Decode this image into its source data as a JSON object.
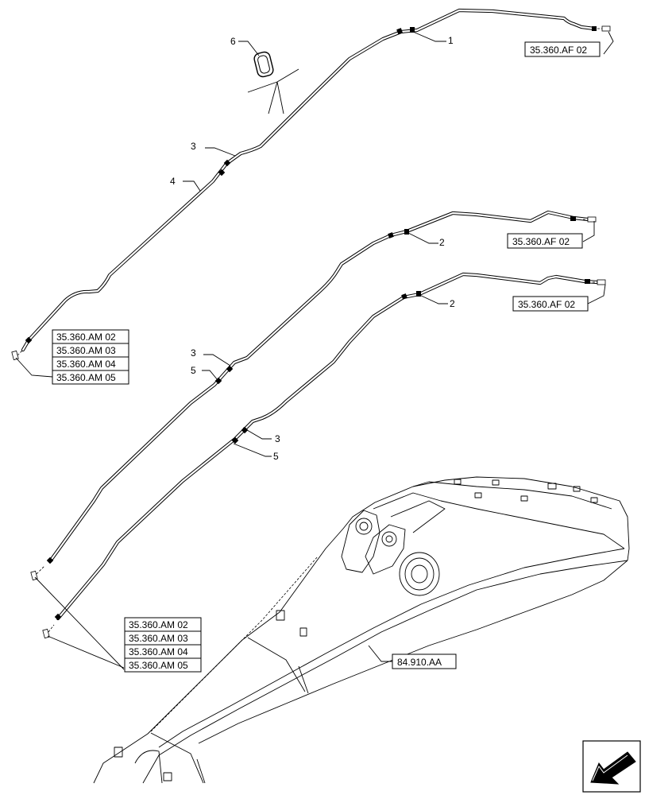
{
  "callouts": {
    "c1": "1",
    "c2a": "2",
    "c2b": "2",
    "c3a": "3",
    "c3b": "3",
    "c3c": "3",
    "c4": "4",
    "c5a": "5",
    "c5b": "5",
    "c6": "6"
  },
  "references": {
    "af_top": "35.360.AF 02",
    "af_mid": "35.360.AF 02",
    "af_low": "35.360.AF 02",
    "am_group1": [
      "35.360.AM 02",
      "35.360.AM 03",
      "35.360.AM 04",
      "35.360.AM 05"
    ],
    "am_group2": [
      "35.360.AM 02",
      "35.360.AM 03",
      "35.360.AM 04",
      "35.360.AM 05"
    ],
    "boom_ref": "84.910.AA"
  },
  "icons": {
    "view_direction": "arrow-view-icon",
    "clip": "hose-clip-icon"
  }
}
